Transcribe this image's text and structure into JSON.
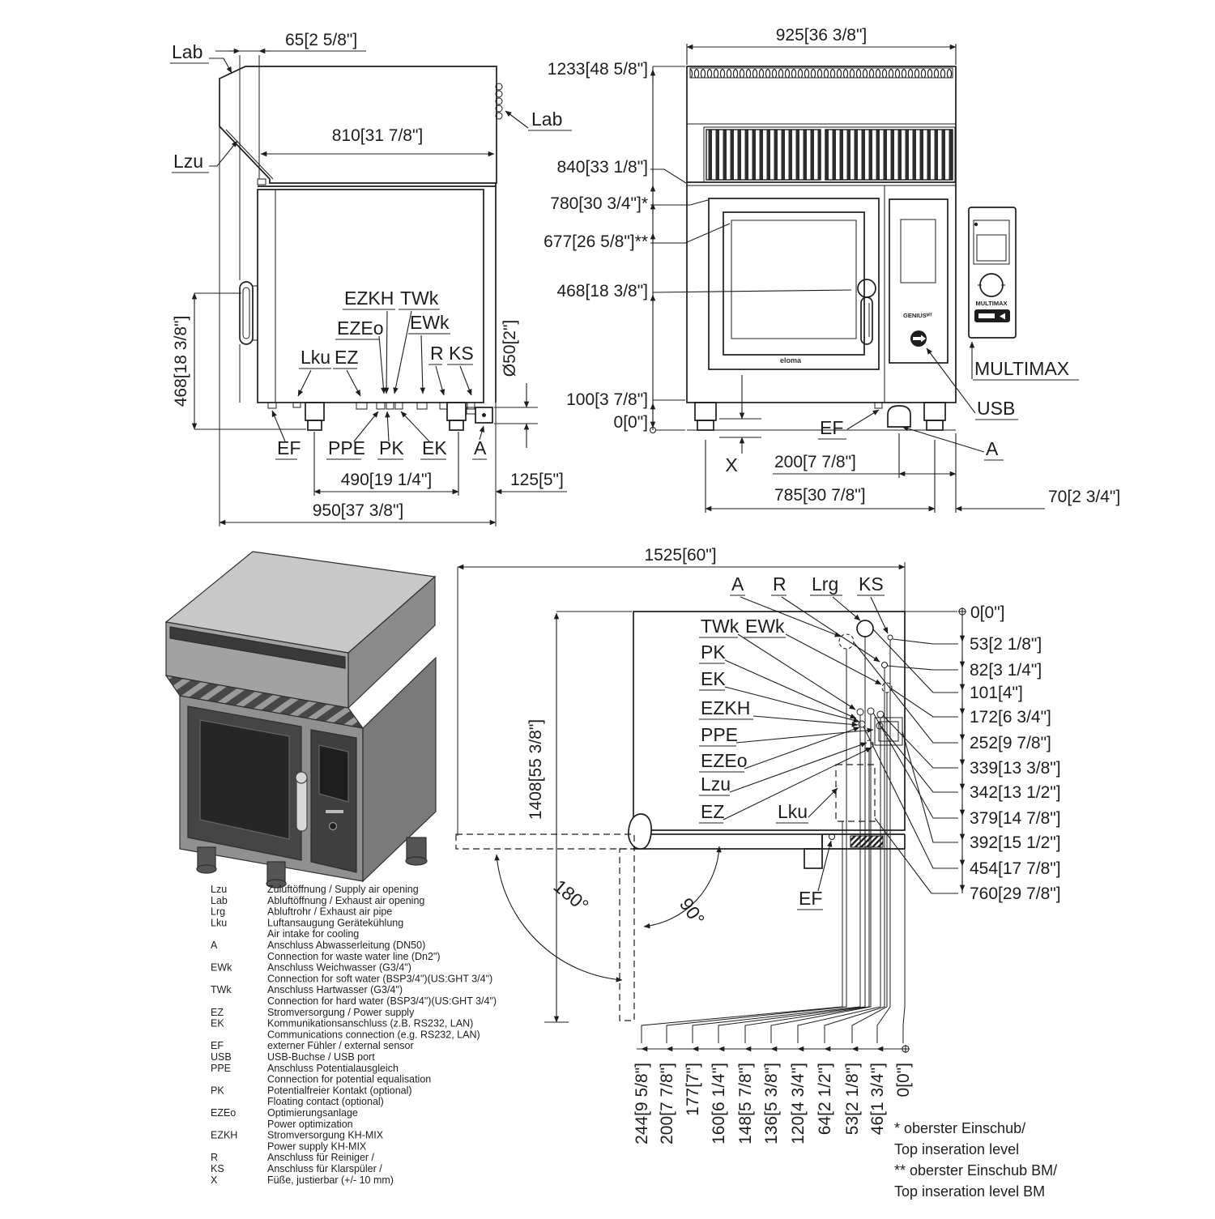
{
  "side_view": {
    "lab_top": "Lab",
    "lzu": "Lzu",
    "lab_right": "Lab",
    "dim_65": "65[2 5/8\"]",
    "dim_810": "810[31 7/8\"]",
    "dim_468": "468[18 3/8\"]",
    "lku": "Lku",
    "ez": "EZ",
    "ezeo": "EZEo",
    "ezkh": "EZKH",
    "twk": "TWk",
    "ewk": "EWk",
    "r": "R",
    "ks": "KS",
    "ef": "EF",
    "ppe": "PPE",
    "pk": "PK",
    "ek": "EK",
    "a": "A",
    "dim_d50": "Ø50[2\"]",
    "dim_490": "490[19 1/4\"]",
    "dim_125": "125[5\"]",
    "dim_950": "950[37 3/8\"]"
  },
  "front_view": {
    "dim_925": "925[36 3/8\"]",
    "dim_1233": "1233[48 5/8\"]",
    "dim_840": "840[33 1/8\"]",
    "dim_780": "780[30 3/4\"]*",
    "dim_677": "677[26 5/8\"]**",
    "dim_468": "468[18 3/8\"]",
    "dim_100": "100[3 7/8\"]",
    "dim_0": "0[0\"]",
    "x": "X",
    "ef": "EF",
    "dim_200": "200[7 7/8\"]",
    "dim_785": "785[30 7/8\"]",
    "dim_70": "70[2 3/4\"]",
    "multimax": "MULTIMAX",
    "usb": "USB",
    "a": "A",
    "genius_logo": "GENIUSᴹᵀ",
    "multimax_logo": "MULTIMAX",
    "eloma_logo": "eloma"
  },
  "plan_view": {
    "dim_1525": "1525[60\"]",
    "dim_1408": "1408[55 3/8\"]",
    "zero_top": "0[0\"]",
    "zero_bottom": "0[0\"]",
    "a": "A",
    "r": "R",
    "lrg": "Lrg",
    "ks": "KS",
    "twk": "TWk",
    "ewk": "EWk",
    "pk": "PK",
    "ek": "EK",
    "ezkh": "EZKH",
    "ppe": "PPE",
    "ezeo": "EZEo",
    "lzu": "Lzu",
    "ez": "EZ",
    "lku": "Lku",
    "ef": "EF",
    "angle_180": "180°",
    "angle_90": "90°",
    "right_dims": [
      "53[2 1/8\"]",
      "82[3 1/4\"]",
      "101[4\"]",
      "172[6 3/4\"]",
      "252[9 7/8\"]",
      "339[13 3/8\"]",
      "342[13 1/2\"]",
      "379[14 7/8\"]",
      "392[15 1/2\"]",
      "454[17 7/8\"]",
      "760[29 7/8\"]"
    ],
    "bottom_dims": [
      "244[9 5/8\"]",
      "200[7 7/8\"]",
      "177[7\"]",
      "160[6 1/4\"]",
      "148[5 7/8\"]",
      "136[5 3/8\"]",
      "120[4 3/4\"]",
      "64[2 1/2\"]",
      "53[2 1/8\"]",
      "46[1 3/4\"]",
      "0[0\"]"
    ]
  },
  "legend": {
    "rows": [
      {
        "k": "Lzu",
        "t": "Zuluftöffnung / Supply air opening"
      },
      {
        "k": "Lab",
        "t": "Abluftöffnung / Exhaust air opening"
      },
      {
        "k": "Lrg",
        "t": "Abluftrohr / Exhaust air pipe"
      },
      {
        "k": "Lku",
        "t": "Luftansaugung Gerätekühlung"
      },
      {
        "k": "",
        "t": "Air intake for cooling"
      },
      {
        "k": "A",
        "t": "Anschluss Abwasserleitung (DN50)"
      },
      {
        "k": "",
        "t": "Connection for waste water line (Dn2\")"
      },
      {
        "k": "EWk",
        "t": "Anschluss Weichwasser (G3/4\")"
      },
      {
        "k": "",
        "t": "Connection for soft water (BSP3/4\")(US:GHT 3/4\")"
      },
      {
        "k": "TWk",
        "t": "Anschluss Hartwasser (G3/4\")"
      },
      {
        "k": "",
        "t": "Connection for hard water (BSP3/4\")(US:GHT 3/4\")"
      },
      {
        "k": "EZ",
        "t": "Stromversorgung / Power supply"
      },
      {
        "k": "EK",
        "t": "Kommunikationsanschluss (z.B. RS232, LAN)"
      },
      {
        "k": "",
        "t": "Communications connection (e.g. RS232, LAN)"
      },
      {
        "k": "EF",
        "t": "externer Fühler / external sensor"
      },
      {
        "k": "USB",
        "t": "USB-Buchse / USB port"
      },
      {
        "k": "PPE",
        "t": "Anschluss Potentialausgleich"
      },
      {
        "k": "",
        "t": "Connection for potential equalisation"
      },
      {
        "k": "PK",
        "t": "Potentialfreier Kontakt (optional)"
      },
      {
        "k": "",
        "t": "Floating contact (optional)"
      },
      {
        "k": "EZEo",
        "t": "Optimierungsanlage"
      },
      {
        "k": "",
        "t": "Power optimization"
      },
      {
        "k": "EZKH",
        "t": "Stromversorgung KH-MIX"
      },
      {
        "k": "",
        "t": "Power supply KH-MIX"
      },
      {
        "k": "R",
        "t": "Anschluss für Reiniger /"
      },
      {
        "k": "KS",
        "t": "Anschluss für Klarspüler /"
      },
      {
        "k": "X",
        "t": "Füße, justierbar (+/- 10 mm)"
      }
    ]
  },
  "notes": {
    "l1": "* oberster Einschub/",
    "l2": "Top inseration level",
    "l3": "** oberster Einschub BM/",
    "l4": "Top inseration level BM"
  }
}
